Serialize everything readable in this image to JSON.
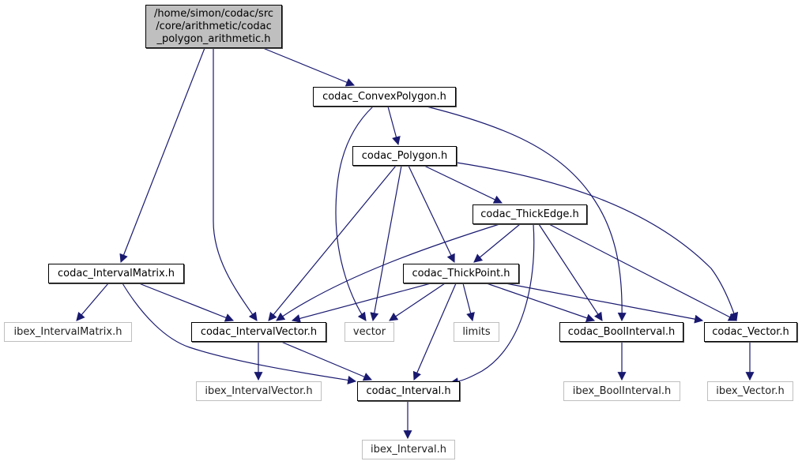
{
  "diagram": {
    "type": "include-dependency-graph",
    "edge_color": "#191970",
    "nodes": [
      {
        "id": "root",
        "label": "/home/simon/codac/src\n/core/arithmetic/codac\n_polygon_arithmetic.h",
        "kind": "root"
      },
      {
        "id": "convexpolygon",
        "label": "codac_ConvexPolygon.h",
        "kind": "internal"
      },
      {
        "id": "polygon",
        "label": "codac_Polygon.h",
        "kind": "internal"
      },
      {
        "id": "thickedge",
        "label": "codac_ThickEdge.h",
        "kind": "internal"
      },
      {
        "id": "intervalmatrix",
        "label": "codac_IntervalMatrix.h",
        "kind": "internal"
      },
      {
        "id": "thickpoint",
        "label": "codac_ThickPoint.h",
        "kind": "internal"
      },
      {
        "id": "ibex_intervalmatrix",
        "label": "ibex_IntervalMatrix.h",
        "kind": "external"
      },
      {
        "id": "intervalvector",
        "label": "codac_IntervalVector.h",
        "kind": "internal"
      },
      {
        "id": "vector",
        "label": "vector",
        "kind": "external"
      },
      {
        "id": "limits",
        "label": "limits",
        "kind": "external"
      },
      {
        "id": "boolinterval",
        "label": "codac_BoolInterval.h",
        "kind": "internal"
      },
      {
        "id": "codac_vector",
        "label": "codac_Vector.h",
        "kind": "internal"
      },
      {
        "id": "ibex_intervalvector",
        "label": "ibex_IntervalVector.h",
        "kind": "external"
      },
      {
        "id": "interval",
        "label": "codac_Interval.h",
        "kind": "internal"
      },
      {
        "id": "ibex_boolinterval",
        "label": "ibex_BoolInterval.h",
        "kind": "external"
      },
      {
        "id": "ibex_vector",
        "label": "ibex_Vector.h",
        "kind": "external"
      },
      {
        "id": "ibex_interval",
        "label": "ibex_Interval.h",
        "kind": "external"
      }
    ],
    "edges": [
      {
        "from": "root",
        "to": "convexpolygon"
      },
      {
        "from": "root",
        "to": "intervalmatrix"
      },
      {
        "from": "root",
        "to": "intervalvector"
      },
      {
        "from": "convexpolygon",
        "to": "polygon"
      },
      {
        "from": "convexpolygon",
        "to": "vector"
      },
      {
        "from": "convexpolygon",
        "to": "boolinterval"
      },
      {
        "from": "polygon",
        "to": "thickedge"
      },
      {
        "from": "polygon",
        "to": "thickpoint"
      },
      {
        "from": "polygon",
        "to": "intervalvector"
      },
      {
        "from": "polygon",
        "to": "vector"
      },
      {
        "from": "polygon",
        "to": "codac_vector"
      },
      {
        "from": "thickedge",
        "to": "thickpoint"
      },
      {
        "from": "thickedge",
        "to": "intervalvector"
      },
      {
        "from": "thickedge",
        "to": "interval"
      },
      {
        "from": "thickedge",
        "to": "boolinterval"
      },
      {
        "from": "thickedge",
        "to": "codac_vector"
      },
      {
        "from": "thickpoint",
        "to": "intervalvector"
      },
      {
        "from": "thickpoint",
        "to": "vector"
      },
      {
        "from": "thickpoint",
        "to": "limits"
      },
      {
        "from": "thickpoint",
        "to": "interval"
      },
      {
        "from": "thickpoint",
        "to": "boolinterval"
      },
      {
        "from": "thickpoint",
        "to": "codac_vector"
      },
      {
        "from": "intervalmatrix",
        "to": "ibex_intervalmatrix"
      },
      {
        "from": "intervalmatrix",
        "to": "intervalvector"
      },
      {
        "from": "intervalmatrix",
        "to": "interval"
      },
      {
        "from": "intervalvector",
        "to": "ibex_intervalvector"
      },
      {
        "from": "intervalvector",
        "to": "interval"
      },
      {
        "from": "interval",
        "to": "ibex_interval"
      },
      {
        "from": "boolinterval",
        "to": "ibex_boolinterval"
      },
      {
        "from": "codac_vector",
        "to": "ibex_vector"
      }
    ]
  }
}
